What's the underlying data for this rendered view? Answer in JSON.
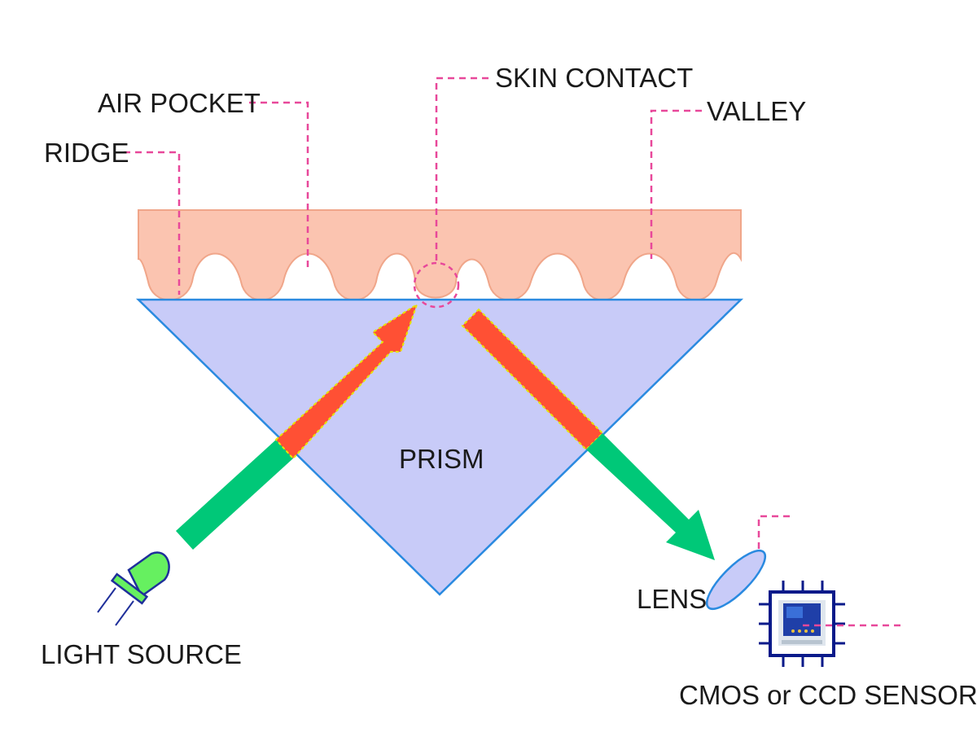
{
  "labels": {
    "ridge": "RIDGE",
    "air_pocket": "AIR POCKET",
    "skin_contact": "SKIN CONTACT",
    "valley": "VALLEY",
    "prism": "PRISM",
    "light_source": "LIGHT SOURCE",
    "lens": "LENS",
    "sensor": "CMOS or CCD SENSOR"
  },
  "colors": {
    "skin": "#fbc4b0",
    "skin_outline": "#f0a68a",
    "prism": "#c8cbf8",
    "prism_outline": "#2a8ae0",
    "light_beam": "#00c878",
    "reflected_beam": "#ff5034",
    "beam_outline": "#e6e600",
    "leader_line": "#e8489a",
    "led": "#66f060",
    "led_outline": "#1f2f9a",
    "sensor_chip": "#0a1a8a"
  }
}
